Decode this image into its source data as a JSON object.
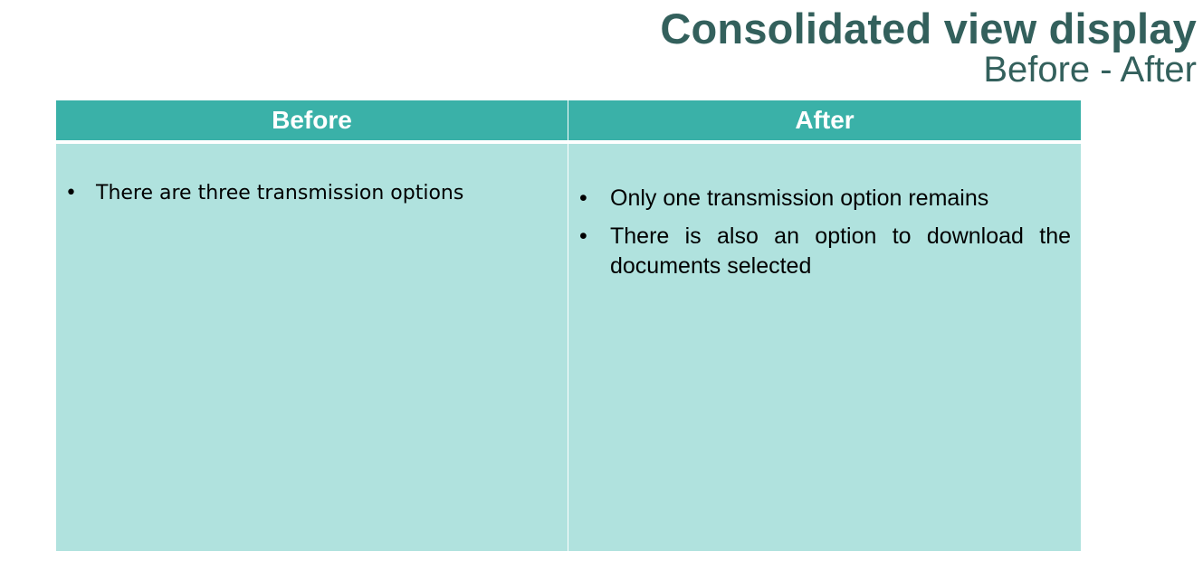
{
  "header": {
    "title": "Consolidated view display",
    "subtitle": "Before - After"
  },
  "table": {
    "columns": [
      {
        "label": "Before",
        "bullets": [
          "There are three transmission options"
        ]
      },
      {
        "label": "After",
        "bullets": [
          "Only one transmission option remains",
          "There is also an option to download the documents selected"
        ]
      }
    ],
    "bullet_symbol": "•"
  },
  "colors": {
    "title": "#33605c",
    "header_fill": "#3ab1a8",
    "body_fill": "#b0e2de",
    "header_text": "#ffffff",
    "body_text": "#000000"
  }
}
